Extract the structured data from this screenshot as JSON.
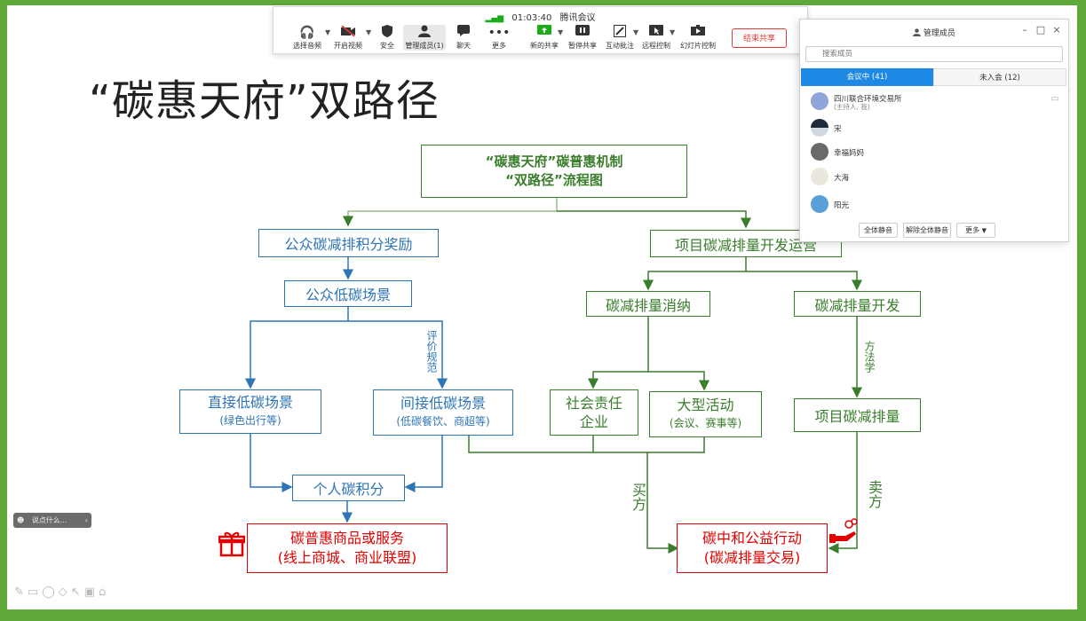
{
  "slide": {
    "title": "“碳惠天府”双路径"
  },
  "diagram": {
    "top_line1": "“碳惠天府”碳普惠机制",
    "top_line2": "“双路径”流程图",
    "public_reward": "公众碳减排积分奖励",
    "project_ops": "项目碳减排量开发运营",
    "public_scene": "公众低碳场景",
    "consume": "碳减排量消纳",
    "develop": "碳减排量开发",
    "eval_spec": "评价规范",
    "methodology": "方法学",
    "direct_title": "直接低碳场景",
    "direct_sub": "(绿色出行等)",
    "indirect_title": "间接低碳场景",
    "indirect_sub": "(低碳餐饮、商超等)",
    "csr_line1": "社会责任",
    "csr_line2": "企业",
    "event_title": "大型活动",
    "event_sub": "(会议、赛事等)",
    "project_reduction": "项目碳减排量",
    "personal_points": "个人碳积分",
    "buyer": "买方",
    "seller": "卖方",
    "goods_line1": "碳普惠商品或服务",
    "goods_line2": "(线上商城、商业联盟)",
    "neutral_line1": "碳中和公益行动",
    "neutral_line2": "(碳减排量交易)"
  },
  "toolbar": {
    "time": "01:03:40",
    "app_name": "腾讯会议",
    "items": [
      {
        "label": "选择音频",
        "icon": "headset-icon"
      },
      {
        "label": "开启视频",
        "icon": "camera-off-icon"
      },
      {
        "label": "安全",
        "icon": "shield-icon"
      },
      {
        "label": "管理成员(1)",
        "icon": "user-icon"
      },
      {
        "label": "聊天",
        "icon": "chat-icon"
      },
      {
        "label": "更多",
        "icon": "more-icon"
      },
      {
        "label": "新的共享",
        "icon": "share-icon"
      },
      {
        "label": "暂停共享",
        "icon": "pause-icon"
      },
      {
        "label": "互动批注",
        "icon": "annotate-icon"
      },
      {
        "label": "远程控制",
        "icon": "remote-icon"
      },
      {
        "label": "幻灯片控制",
        "icon": "slides-icon"
      }
    ],
    "end_share": "结束共享"
  },
  "members_panel": {
    "title": "管理成员",
    "search_placeholder": "搜索成员",
    "tab_in_meeting": "会议中 (41)",
    "tab_not_joined": "未入会 (12)",
    "members": [
      {
        "name": "四川联合环境交易所",
        "role": "(主持人, 我)"
      },
      {
        "name": "宋",
        "role": ""
      },
      {
        "name": "幸福妈妈",
        "role": ""
      },
      {
        "name": "大海",
        "role": ""
      },
      {
        "name": "阳光",
        "role": ""
      }
    ],
    "mute_all": "全体静音",
    "unmute_all": "解除全体静音",
    "more": "更多"
  },
  "chat_pill": {
    "text": "说点什么..."
  },
  "colors": {
    "frame": "#5fa83a",
    "blue": "#2e75b6",
    "green": "#3a7d2c",
    "red": "#e00000",
    "tab_active": "#1e88e5"
  }
}
